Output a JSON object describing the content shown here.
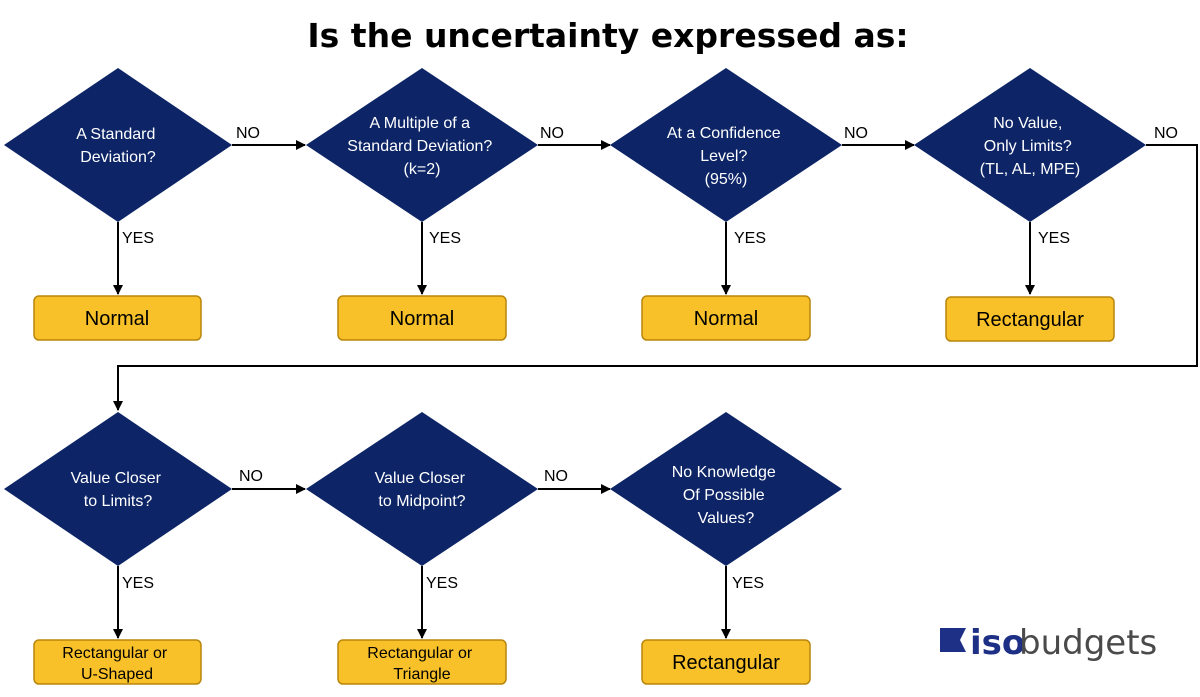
{
  "title": "Is the uncertainty expressed as:",
  "colors": {
    "diamond": "#0d2566",
    "box": "#f8c12a",
    "logo_accent": "#1e2f86"
  },
  "row1": {
    "q1": {
      "lines": [
        "A Standard",
        "Deviation?"
      ],
      "result": "Normal"
    },
    "q2": {
      "lines": [
        "A Multiple of a",
        "Standard Deviation?",
        "(k=2)"
      ],
      "result": "Normal"
    },
    "q3": {
      "lines": [
        "At a Confidence",
        "Level?",
        "(95%)"
      ],
      "result": "Normal"
    },
    "q4": {
      "lines": [
        "No Value,",
        "Only Limits?",
        "(TL, AL, MPE)"
      ],
      "result": "Rectangular"
    }
  },
  "row2": {
    "q5": {
      "lines": [
        "Value Closer",
        "to Limits?"
      ],
      "result": [
        "Rectangular or",
        "U-Shaped"
      ]
    },
    "q6": {
      "lines": [
        "Value Closer",
        "to Midpoint?"
      ],
      "result": [
        "Rectangular or",
        "Triangle"
      ]
    },
    "q7": {
      "lines": [
        "No Knowledge",
        "Of Possible",
        "Values?"
      ],
      "result": "Rectangular"
    }
  },
  "labels": {
    "no": "NO",
    "yes": "YES"
  },
  "logo": {
    "iso": "iso",
    "budgets": "budgets",
    "icon": "isobudgets-flag-icon"
  }
}
